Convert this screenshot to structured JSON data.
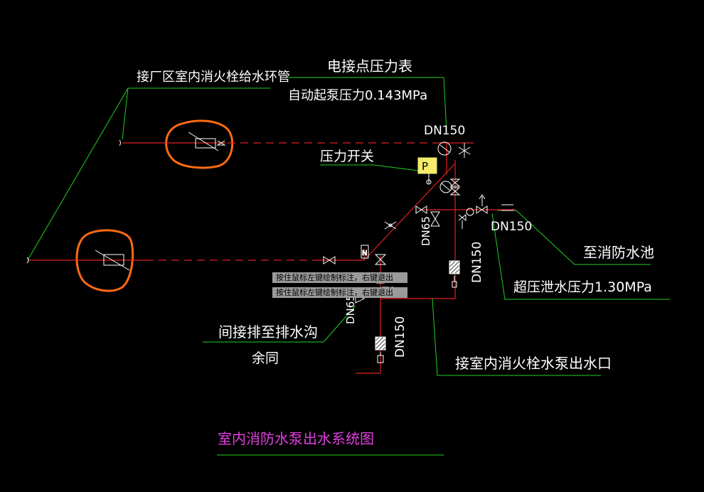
{
  "colors": {
    "background": "#000000",
    "pipe": "#e02020",
    "leader": "#20d020",
    "equipment": "#ffffff",
    "revision_cloud": "#ff6a13",
    "pressure_switch": "#f4ec6a",
    "title": "#e040e0"
  },
  "labels": {
    "ring_main": "接厂区室内消火栓给水环管",
    "contact_gauge": "电接点压力表",
    "auto_start": "自动起泵压力0.143MPa",
    "dn150_top": "DN150",
    "pressure_switch": "压力开关",
    "dn150_right": "DN150",
    "to_pool": "至消防水池",
    "relief_pressure": "超压泄水压力1.30MPa",
    "dn65_upper": "DN65",
    "dn150_mid": "DN150",
    "dn65_lower": "DN65",
    "dn150_lower": "DN150",
    "indirect_drain": "间接排至排水沟",
    "others_same": "余同",
    "pump_outlet": "接室内消火栓水泵出水口",
    "title": "室内消防水泵出水系统图",
    "switch_letter": "P"
  },
  "tooltips": [
    "按住鼠标左键绘制标注，右键退出",
    "按住鼠标左键绘制标注，右键退出"
  ],
  "icons": [
    "check-valve-icon",
    "gate-valve-icon",
    "butterfly-valve-icon",
    "pressure-gauge-icon",
    "pressure-switch-icon",
    "flex-joint-icon",
    "relief-valve-icon"
  ]
}
